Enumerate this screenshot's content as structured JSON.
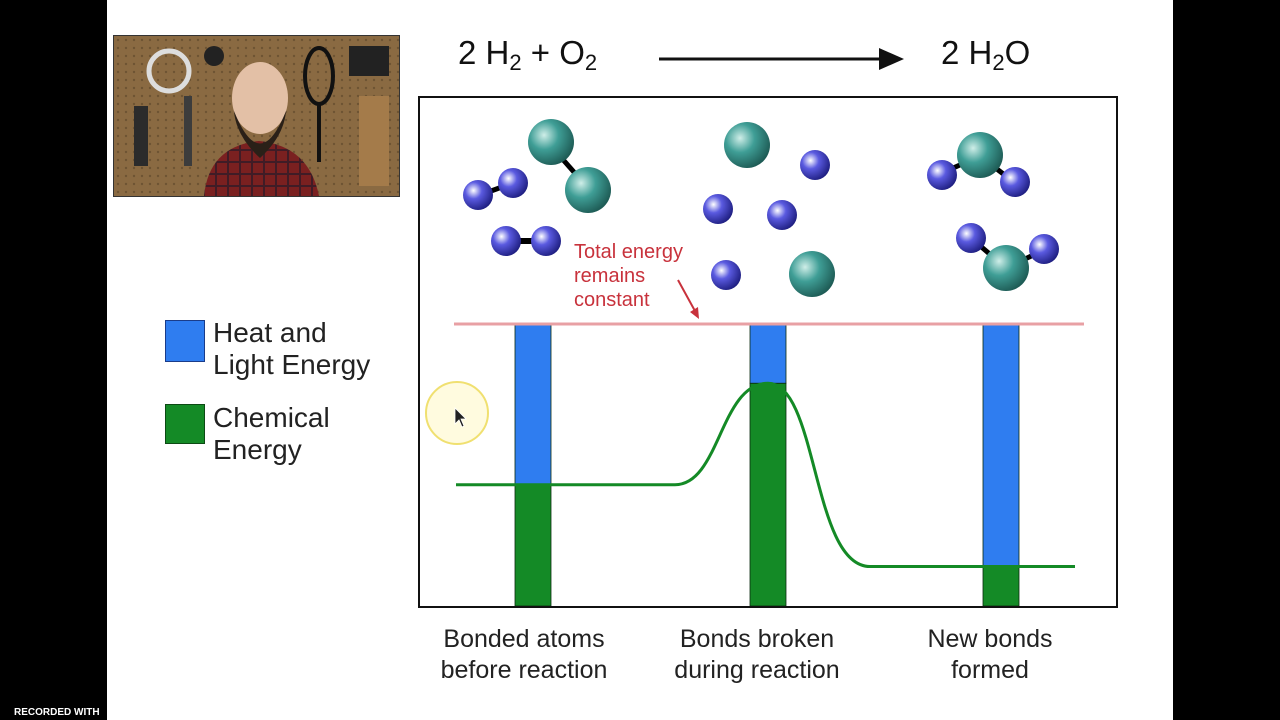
{
  "equation": {
    "left_coef": "2",
    "left_h": "H",
    "left_h_sub": "2",
    "left_plus": "+",
    "left_o": "O",
    "left_o_sub": "2",
    "right_coef": "2",
    "right_h": "H",
    "right_h_sub": "2",
    "right_o": "O"
  },
  "legend": {
    "heat": {
      "line1": "Heat and",
      "line2": "Light Energy",
      "color": "#2f7df0"
    },
    "chemical": {
      "line1": "Chemical",
      "line2": "Energy",
      "color": "#148a26"
    }
  },
  "annotation": {
    "line1": "Total energy",
    "line2": "remains",
    "line3": "constant",
    "color": "#c8323c"
  },
  "chart_data": {
    "type": "bar",
    "stacked": true,
    "categories": [
      "Bonded atoms before reaction",
      "Bonds broken during reaction",
      "New bonds formed"
    ],
    "series": [
      {
        "name": "Chemical Energy",
        "values": [
          43,
          79,
          14
        ],
        "color": "#148a26"
      },
      {
        "name": "Heat and Light Energy",
        "values": [
          57,
          21,
          86
        ],
        "color": "#2f7df0"
      }
    ],
    "total_line": 100,
    "ylim": [
      0,
      100
    ]
  },
  "xlabels": [
    {
      "line1": "Bonded atoms",
      "line2": "before reaction"
    },
    {
      "line1": "Bonds broken",
      "line2": "during reaction"
    },
    {
      "line1": "New bonds",
      "line2": "formed"
    }
  ],
  "footer": {
    "recorded": "RECORDED WITH"
  },
  "icons": {
    "cursor": "mouse-pointer-icon",
    "highlight": "cursor-highlight-ring"
  }
}
